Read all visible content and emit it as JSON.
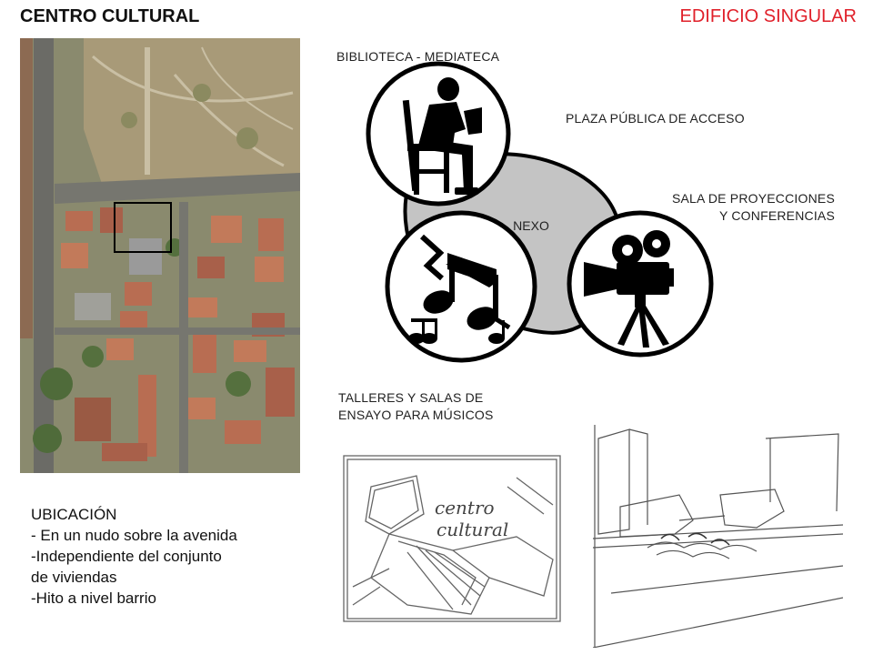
{
  "header": {
    "title_left": "CENTRO CULTURAL",
    "title_right": "EDIFICIO SINGULAR"
  },
  "diagram": {
    "label_biblioteca": "BIBLIOTECA - MEDIATECA",
    "label_plaza": "PLAZA PÚBLICA DE ACCESO",
    "label_sala_line1": "SALA DE PROYECCIONES",
    "label_sala_line2": "Y CONFERENCIAS",
    "label_nexo": "NEXO",
    "label_talleres_line1": "TALLERES Y SALAS DE",
    "label_talleres_line2": "ENSAYO PARA MÚSICOS"
  },
  "ubicacion": {
    "heading": "UBICACIÓN",
    "items": [
      "- En un nudo sobre la avenida",
      "-Independiente del conjunto",
      "de viviendas",
      "-Hito a nivel barrio"
    ]
  },
  "sketch_text": {
    "line1": "centro",
    "line2": "cultural"
  },
  "colors": {
    "accent_red": "#e0202a",
    "nexo_gray": "#c4c4c4",
    "ink": "#111111"
  }
}
